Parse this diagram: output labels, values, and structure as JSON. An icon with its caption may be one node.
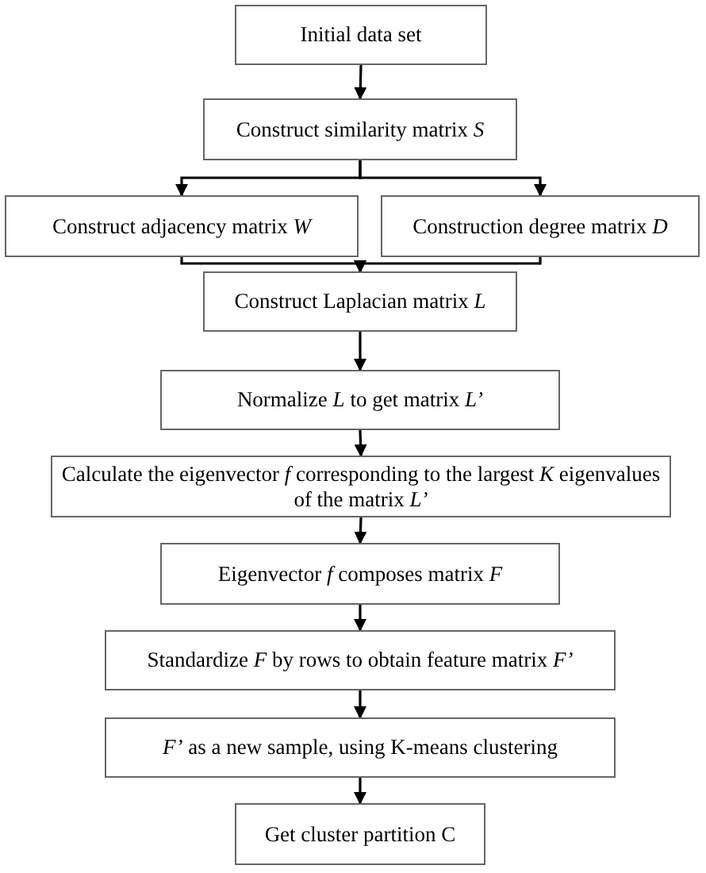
{
  "diagram": {
    "nodes": [
      {
        "text": [
          "Initial data set"
        ]
      },
      {
        "text": [
          "Construct similarity matrix *S*"
        ]
      },
      {
        "text": [
          "Construct adjacency matrix *W*"
        ]
      },
      {
        "text": [
          "Construction degree matrix *D*"
        ]
      },
      {
        "text": [
          "Construct Laplacian matrix *L*"
        ]
      },
      {
        "text": [
          "Normalize *L* to get matrix *L’*"
        ]
      },
      {
        "text": [
          "Calculate the eigenvector *f* corresponding to the largest *K* eigenvalues of the matrix *L’*"
        ]
      },
      {
        "text": [
          "Eigenvector *f* composes matrix *F*"
        ]
      },
      {
        "text": [
          "Standardize *F* by rows to obtain feature matrix *F’*"
        ]
      },
      {
        "text": [
          "*F’* as a new sample, using K-means clustering"
        ]
      },
      {
        "text": [
          "Get cluster partition C"
        ]
      }
    ],
    "edges": [
      {
        "from": 0,
        "to": 1,
        "arrow": "to"
      },
      {
        "from": 1,
        "to": 2,
        "arrow": "to"
      },
      {
        "from": 1,
        "to": 3,
        "arrow": "to"
      },
      {
        "from": 2,
        "to": 4,
        "arrow": "to"
      },
      {
        "from": 3,
        "to": 4,
        "arrow": "to"
      },
      {
        "from": 4,
        "to": 5,
        "arrow": "to"
      },
      {
        "from": 5,
        "to": 6,
        "arrow": "to"
      },
      {
        "from": 6,
        "to": 7,
        "arrow": "to"
      },
      {
        "from": 7,
        "to": 8,
        "arrow": "to"
      },
      {
        "from": 8,
        "to": 9,
        "arrow": "to"
      },
      {
        "from": 9,
        "to": 10,
        "arrow": "to"
      }
    ]
  }
}
